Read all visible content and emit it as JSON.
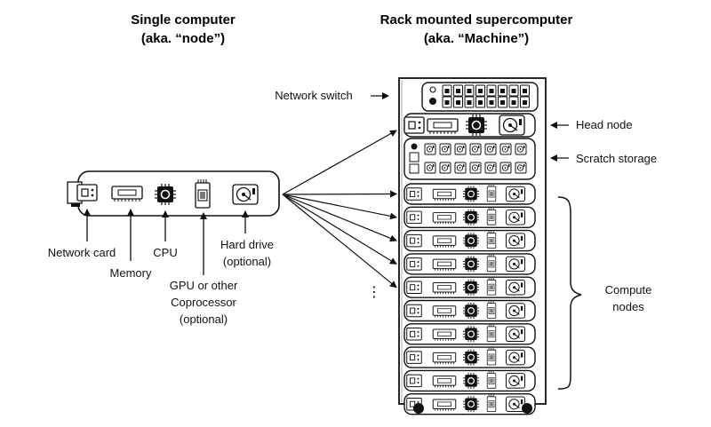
{
  "single": {
    "title_line1": "Single computer",
    "title_line2": "(aka. “node”)"
  },
  "rack": {
    "title_line1": "Rack mounted supercomputer",
    "title_line2": "(aka. “Machine”)",
    "compute_node_count": 10,
    "scratch_drive_count": 14
  },
  "component_labels": {
    "network_card": "Network card",
    "memory": "Memory",
    "cpu": "CPU",
    "hard_drive": "Hard drive",
    "hard_drive_note": "(optional)",
    "gpu_line1": "GPU or other",
    "gpu_line2": "Coprocessor",
    "gpu_line3": "(optional)"
  },
  "rack_labels": {
    "network_switch": "Network switch",
    "head_node": "Head node",
    "scratch_storage": "Scratch storage",
    "compute_line1": "Compute",
    "compute_line2": "nodes"
  },
  "ellipsis": "⋮",
  "colors": {
    "line": "#111111",
    "panel_fill": "#ffffff",
    "chip_fill": "#111111",
    "gray": "#9a9a9a"
  }
}
